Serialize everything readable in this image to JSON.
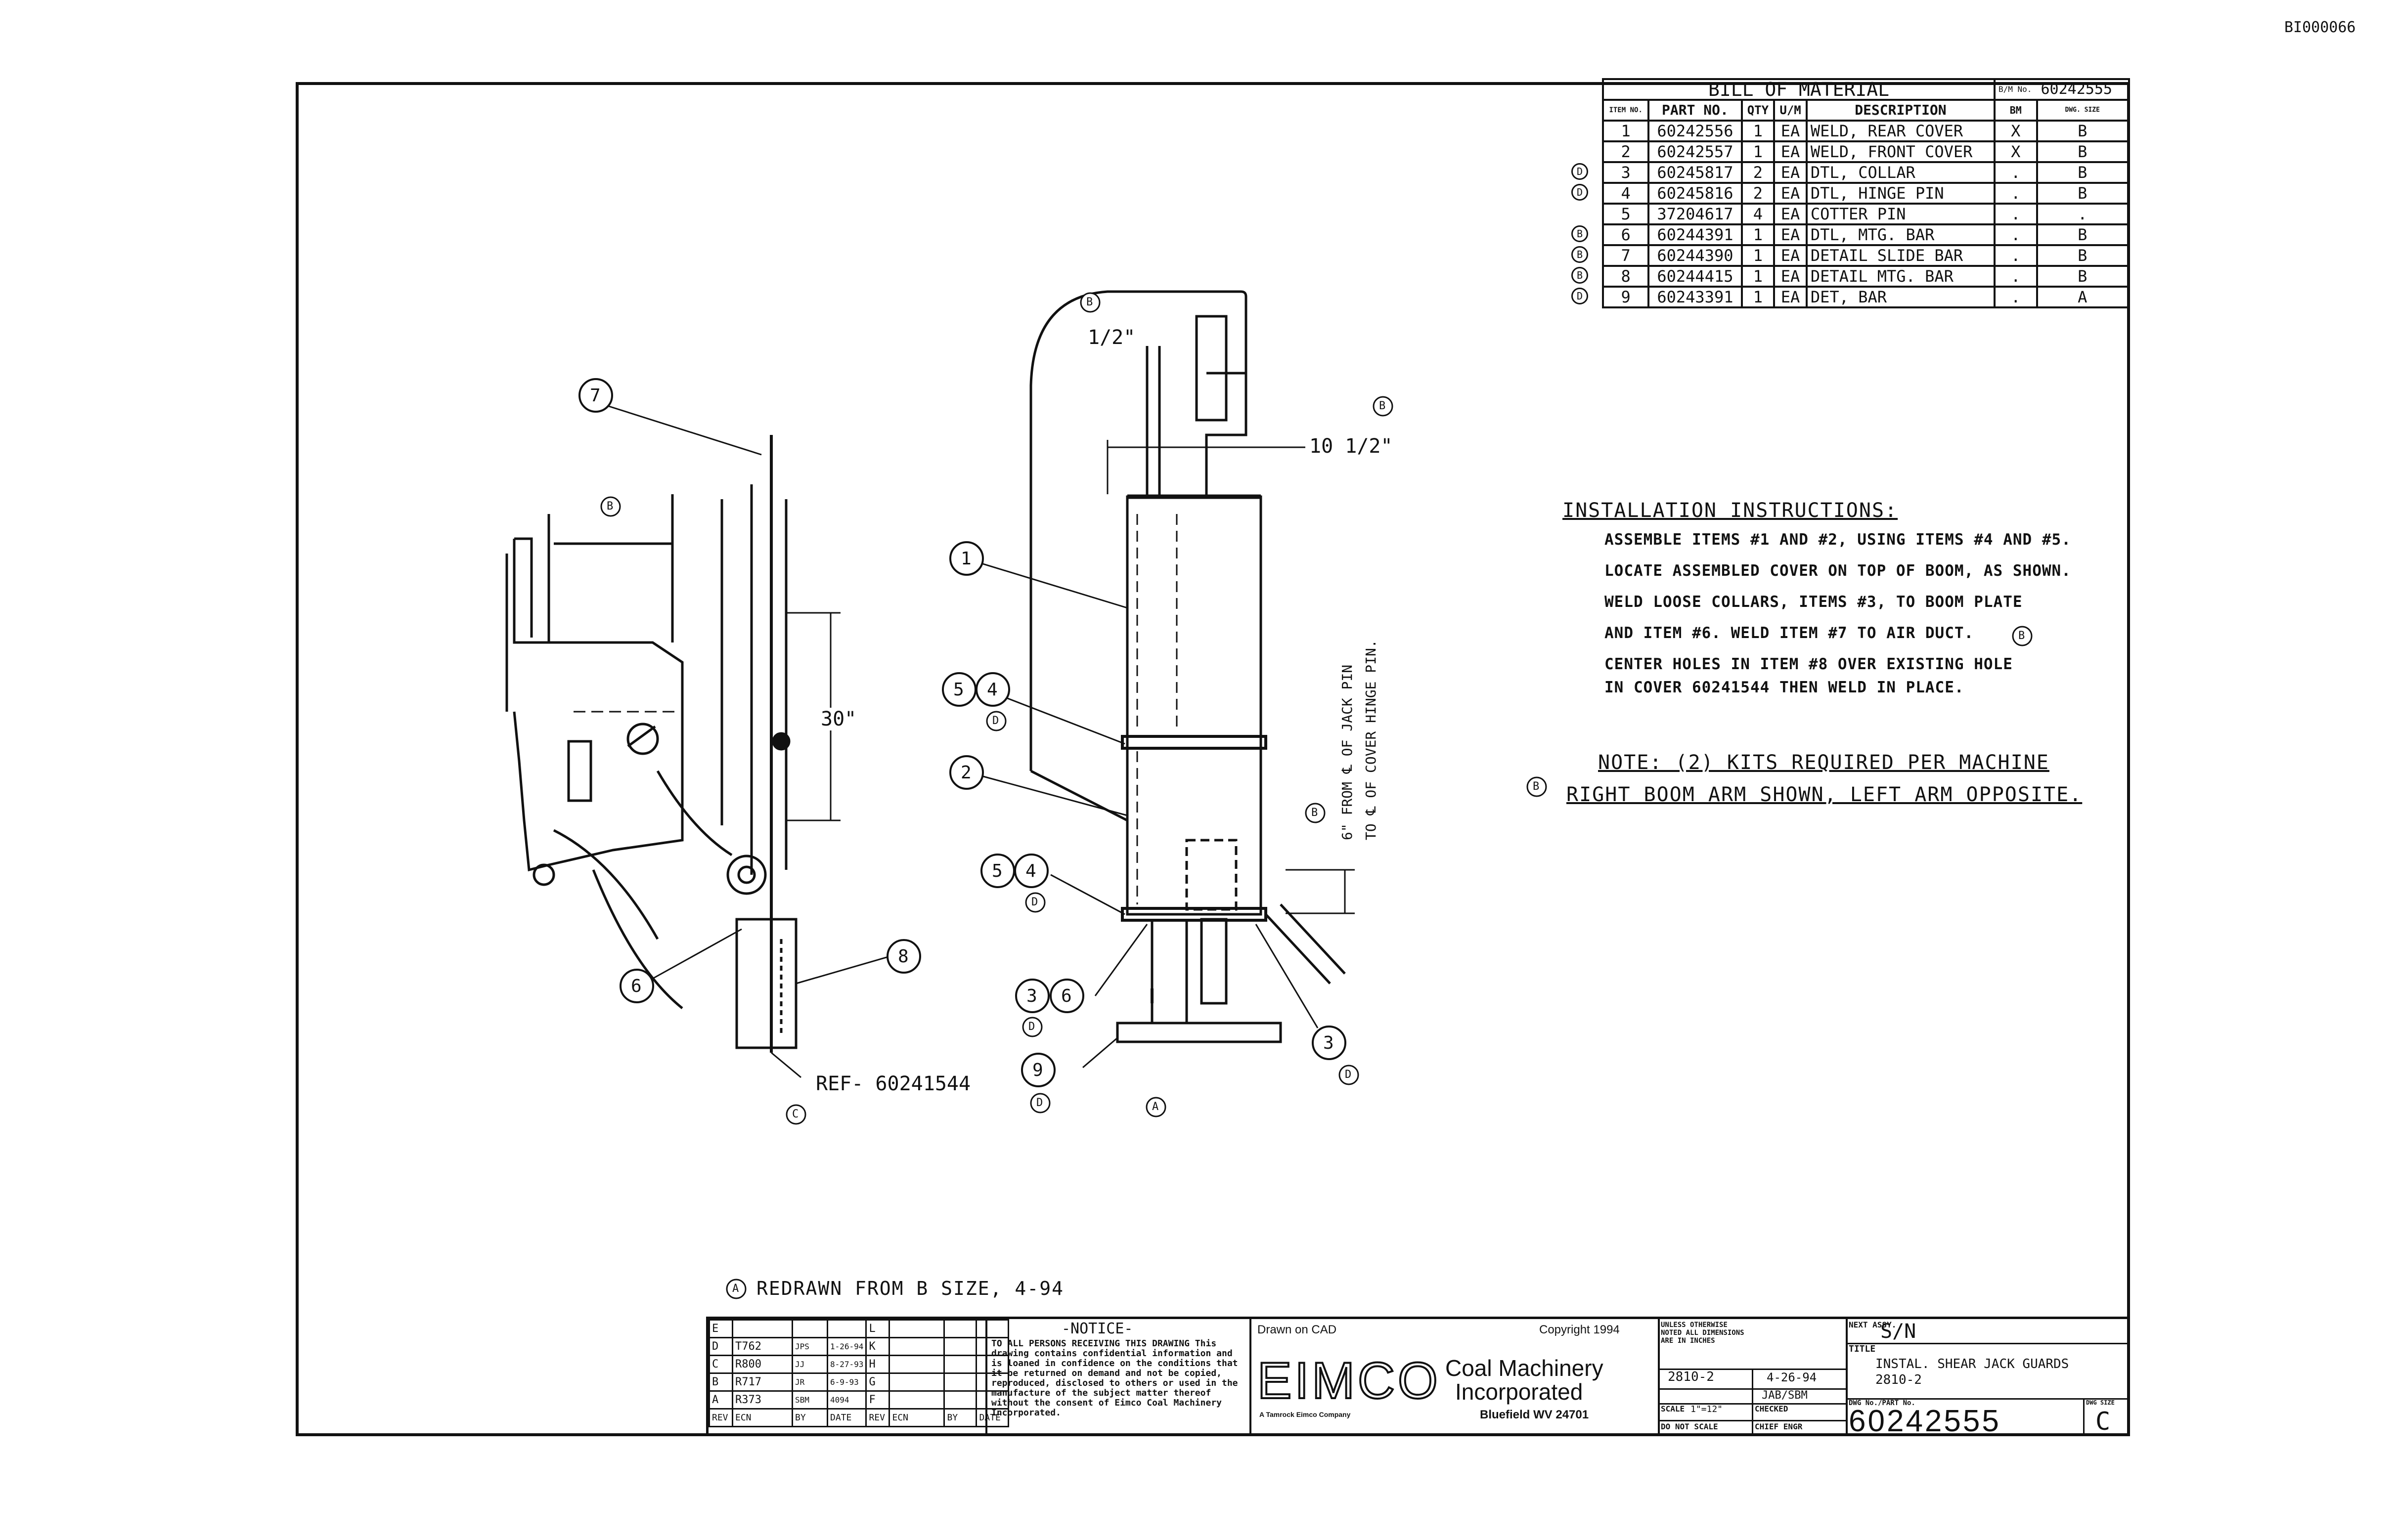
{
  "sheet_ref": "BI000066",
  "bom": {
    "title": "BILL OF MATERIAL",
    "bom_no_label": "B/M No.",
    "bom_no": "60242555",
    "headers": [
      "ITEM NO.",
      "PART NO.",
      "QTY",
      "U/M",
      "DESCRIPTION",
      "BM",
      "DWG. SIZE"
    ],
    "rows": [
      {
        "rev": "",
        "item": "1",
        "part": "60242556",
        "qty": "1",
        "um": "EA",
        "desc": "WELD, REAR COVER",
        "bm": "X",
        "size": "B"
      },
      {
        "rev": "",
        "item": "2",
        "part": "60242557",
        "qty": "1",
        "um": "EA",
        "desc": "WELD, FRONT COVER",
        "bm": "X",
        "size": "B"
      },
      {
        "rev": "D",
        "item": "3",
        "part": "60245817",
        "qty": "2",
        "um": "EA",
        "desc": "DTL, COLLAR",
        "bm": ".",
        "size": "B"
      },
      {
        "rev": "D",
        "item": "4",
        "part": "60245816",
        "qty": "2",
        "um": "EA",
        "desc": "DTL, HINGE PIN",
        "bm": ".",
        "size": "B"
      },
      {
        "rev": "",
        "item": "5",
        "part": "37204617",
        "qty": "4",
        "um": "EA",
        "desc": "COTTER PIN",
        "bm": ".",
        "size": "."
      },
      {
        "rev": "B",
        "item": "6",
        "part": "60244391",
        "qty": "1",
        "um": "EA",
        "desc": "DTL, MTG. BAR",
        "bm": ".",
        "size": "B"
      },
      {
        "rev": "B",
        "item": "7",
        "part": "60244390",
        "qty": "1",
        "um": "EA",
        "desc": "DETAIL SLIDE BAR",
        "bm": ".",
        "size": "B"
      },
      {
        "rev": "B",
        "item": "8",
        "part": "60244415",
        "qty": "1",
        "um": "EA",
        "desc": "DETAIL MTG. BAR",
        "bm": ".",
        "size": "B"
      },
      {
        "rev": "D",
        "item": "9",
        "part": "60243391",
        "qty": "1",
        "um": "EA",
        "desc": "DET, BAR",
        "bm": ".",
        "size": "A"
      }
    ]
  },
  "instructions": {
    "title": "INSTALLATION INSTRUCTIONS:",
    "lines": [
      "ASSEMBLE ITEMS #1 AND #2, USING ITEMS #4 AND #5.",
      "LOCATE ASSEMBLED COVER ON TOP OF BOOM, AS SHOWN.",
      "WELD LOOSE COLLARS, ITEMS #3, TO BOOM PLATE",
      "AND ITEM #6. WELD ITEM #7 TO AIR DUCT.",
      "CENTER HOLES IN ITEM #8 OVER EXISTING HOLE",
      "IN COVER 60241544 THEN WELD IN PLACE."
    ],
    "note_1": "NOTE: (2) KITS REQUIRED PER MACHINE",
    "note_2": "RIGHT BOOM ARM SHOWN, LEFT ARM OPPOSITE."
  },
  "drawing": {
    "dim_half": "1/2\"",
    "dim_ten_half": "10 1/2\"",
    "dim_thirty": "30\"",
    "ref_label": "REF- 60241544",
    "vertical_label_1": "6\" FROM ℄ OF JACK PIN",
    "vertical_label_2": "TO ℄ OF COVER HINGE PIN.",
    "balloons": {
      "b1": "1",
      "b2": "2",
      "b3": "3",
      "b4": "4",
      "b5": "5",
      "b6": "6",
      "b7": "7",
      "b8": "8",
      "b9": "9"
    },
    "rev_markers": {
      "a": "A",
      "b": "B",
      "c": "C",
      "d": "D"
    },
    "redrawn_note": "REDRAWN FROM B SIZE, 4-94"
  },
  "title_block": {
    "revisions": [
      {
        "rev": "E",
        "ecn": "",
        "by": "",
        "date": ""
      },
      {
        "rev": "D",
        "ecn": "T762",
        "by": "JPS",
        "date": "1-26-94"
      },
      {
        "rev": "C",
        "ecn": "R800",
        "by": "JJ",
        "date": "8-27-93"
      },
      {
        "rev": "B",
        "ecn": "R717",
        "by": "JR",
        "date": "6-9-93"
      },
      {
        "rev": "A",
        "ecn": "R373",
        "by": "SBM",
        "date": "4094"
      }
    ],
    "rev_right": [
      "L",
      "K",
      "H",
      "G",
      "F"
    ],
    "col_headers": [
      "REV",
      "ECN",
      "BY",
      "DATE",
      "REV",
      "ECN",
      "BY",
      "DATE"
    ],
    "notice_title": "-NOTICE-",
    "notice_text": "TO ALL PERSONS RECEIVING THIS DRAWING This drawing contains confidential information and is loaned in confidence on the conditions that it be returned on demand and not be copied, reproduced, disclosed to others or used in the manufacture of the subject matter thereof without the consent of Eimco Coal Machinery Incorporated.",
    "drawn_on": "Drawn on CAD",
    "copyright": "Copyright 1994",
    "logo": "EIMCO",
    "company_1": "Coal Machinery",
    "company_2": "Incorporated",
    "company_sub": "A Tamrock Eimco Company",
    "city": "Bluefield WV 24701",
    "tolerance_text": "UNLESS OTHERWISE NOTED ALL DIMENSIONS ARE IN INCHES",
    "model": "2810-2",
    "date": "4-26-94",
    "drawn_by": "JAB/SBM",
    "scale_label": "SCALE",
    "scale": "1\"=12\"",
    "checked_label": "CHECKED",
    "approved_label": "CHIEF ENGR",
    "do_not_scale": "DO NOT SCALE",
    "next_assy_label": "NEXT ASSY.",
    "next_assy": "S/N",
    "title_label": "TITLE",
    "title_1": "INSTAL. SHEAR JACK GUARDS",
    "title_2": "2810-2",
    "dwg_no_label": "DWG No./PART No.",
    "dwg_no": "60242555",
    "size_label": "DWG SIZE",
    "size": "C"
  }
}
